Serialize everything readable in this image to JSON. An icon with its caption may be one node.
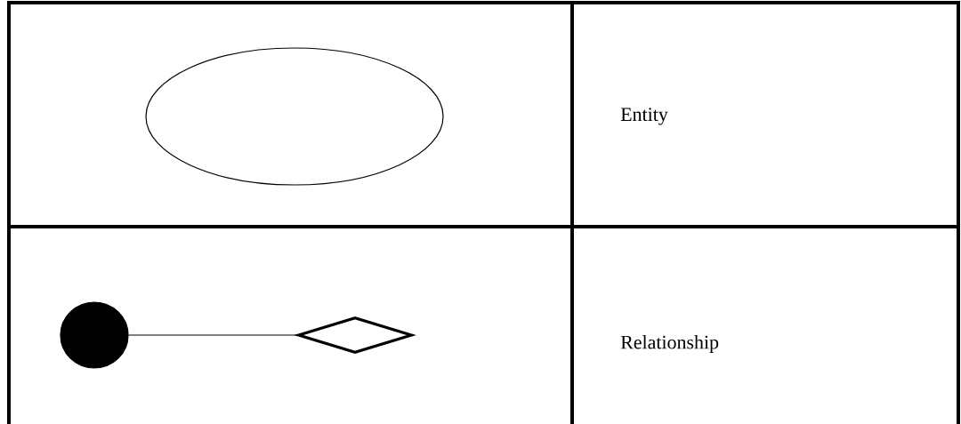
{
  "diagram": {
    "nodes": [
      {
        "text": [],
        "shape": "ellipse"
      },
      {
        "text": [],
        "shape": "circle"
      },
      {
        "text": [],
        "shape": "diamond"
      }
    ],
    "edges": [
      {
        "from": 1,
        "to": 2,
        "arrow": "none"
      }
    ],
    "labels": [
      "Entity",
      "Relationship"
    ]
  }
}
